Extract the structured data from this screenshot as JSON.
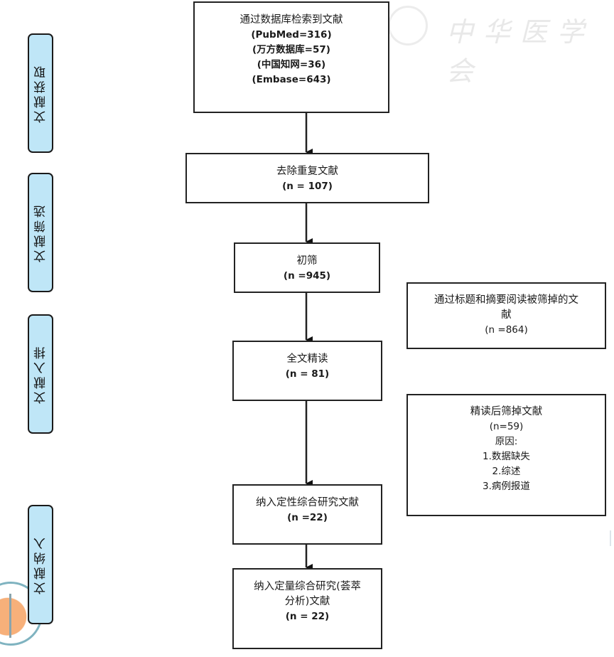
{
  "diagram": {
    "type": "PRISMA literature screening flow chart",
    "stages": [
      {
        "id": "acquisition",
        "label": "文献获取"
      },
      {
        "id": "screening",
        "label": "文献筛选"
      },
      {
        "id": "eligibility",
        "label": "文献入排"
      },
      {
        "id": "inclusion",
        "label": "文献纳入"
      }
    ],
    "main_boxes": [
      {
        "id": "identified",
        "title": "通过数据库检索到文献",
        "lines": [
          "(PubMed=316)",
          "(万方数据库=57)",
          "(中国知网=36)",
          "(Embase=643)"
        ]
      },
      {
        "id": "deduplicated",
        "title": "去除重复文献",
        "count": "(n = 107)"
      },
      {
        "id": "initial-screen",
        "title": "初筛",
        "count": "(n =945)"
      },
      {
        "id": "full-text",
        "title": "全文精读",
        "count": "(n = 81)"
      },
      {
        "id": "qualitative",
        "title": "纳入定性综合研究文献",
        "count": "(n =22)"
      },
      {
        "id": "quantitative",
        "title_line1": "纳入定量综合研究(荟萃",
        "title_line2": "分析)文献",
        "count": "(n = 22)"
      }
    ],
    "side_boxes": [
      {
        "id": "excluded-title-abstract",
        "title_line1": "通过标题和摘要阅读被筛掉的文",
        "title_line2": "献",
        "count": "(n =864)"
      },
      {
        "id": "excluded-full-text",
        "title": "精读后筛掉文献",
        "count": "(n=59)",
        "reason_label": "原因:",
        "reasons": [
          "1.数据缺失",
          "2.综述",
          "3.病例报道"
        ]
      }
    ],
    "edges": [
      [
        "identified",
        "deduplicated"
      ],
      [
        "deduplicated",
        "initial-screen"
      ],
      [
        "initial-screen",
        "full-text"
      ],
      [
        "full-text",
        "qualitative"
      ],
      [
        "qualitative",
        "quantitative"
      ]
    ]
  },
  "watermark": {
    "text": "中华医学会"
  },
  "colors": {
    "stage_fill": "#bfe6f7",
    "border": "#222222",
    "background": "#ffffff"
  }
}
